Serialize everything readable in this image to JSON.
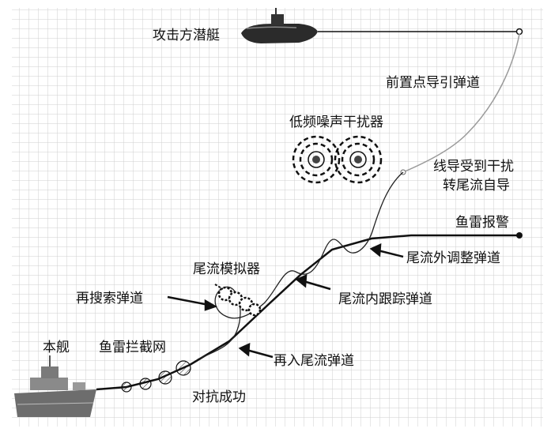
{
  "labels": {
    "attack_sub": "攻击方潜艇",
    "lead_guidance": "前置点导引弹道",
    "low_freq_jammer": "低频噪声干扰器",
    "wire_jammed_line1": "线导受到干扰",
    "wire_jammed_line2": "转尾流自导",
    "torpedo_alarm": "鱼雷报警",
    "wake_outer_adjust": "尾流外调整弹道",
    "wake_simulator": "尾流模拟器",
    "re_search": "再搜索弹道",
    "wake_inner_track": "尾流内跟踪弹道",
    "own_ship": "本舰",
    "torpedo_net": "鱼雷拦截网",
    "re_enter_wake": "再入尾流弹道",
    "success": "对抗成功"
  },
  "colors": {
    "grid": "#cfcfcf",
    "ink": "#111111",
    "guidance_line": "#9a9a9a"
  }
}
